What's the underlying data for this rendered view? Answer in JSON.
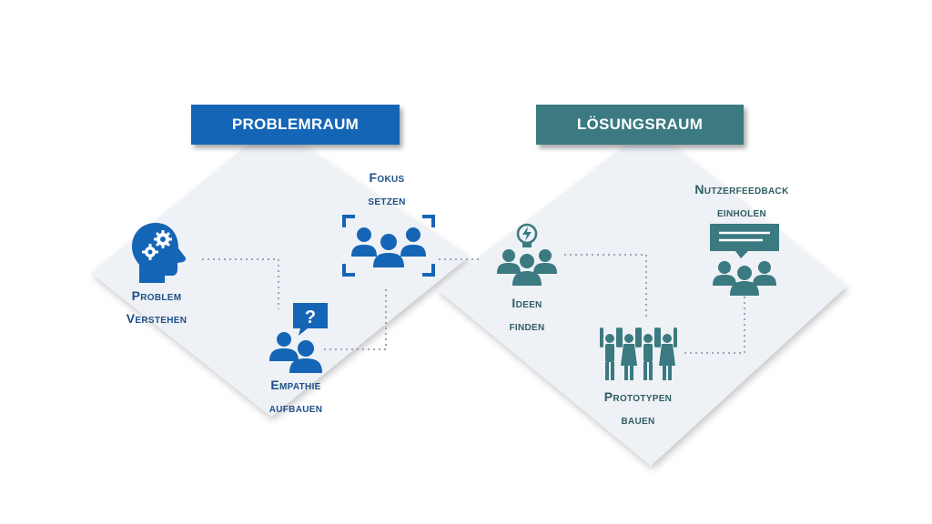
{
  "colors": {
    "problem_accent": "#1565b6",
    "solution_accent": "#3a7a80",
    "problem_text": "#1d4f8a",
    "solution_text": "#2f5d63",
    "diamond_fill": "#eef1f6"
  },
  "problem_space": {
    "title": "PROBLEMRAUM",
    "steps": [
      {
        "line1": "Problem",
        "line2": "Verstehen",
        "icon": "head-gears-icon"
      },
      {
        "line1": "Empathie",
        "line2": "aufbauen",
        "icon": "people-question-icon"
      },
      {
        "line1": "Fokus",
        "line2": "setzen",
        "icon": "focus-group-icon"
      }
    ]
  },
  "solution_space": {
    "title": "LÖSUNGSRAUM",
    "steps": [
      {
        "line1": "Ideen",
        "line2": "finden",
        "icon": "lightbulb-group-icon"
      },
      {
        "line1": "Prototypen",
        "line2": "bauen",
        "icon": "cheering-people-icon"
      },
      {
        "line1": "Nutzerfeedback",
        "line2": "einholen",
        "icon": "feedback-group-icon"
      }
    ]
  }
}
